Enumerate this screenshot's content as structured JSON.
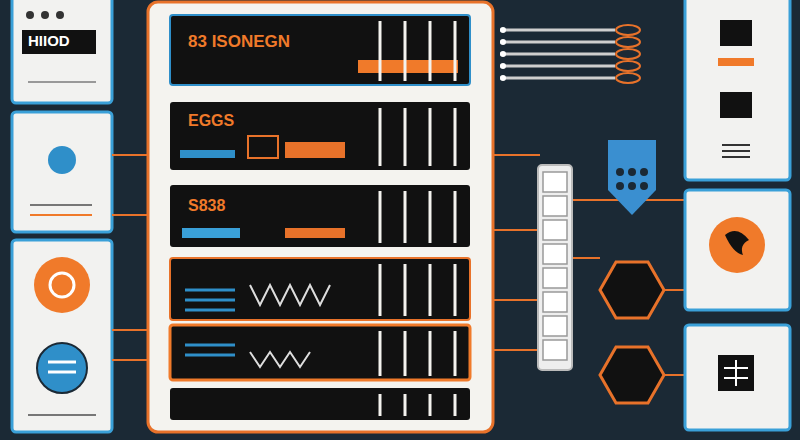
{
  "diagram": {
    "nodes": [
      {
        "text": [
          "HIIOD"
        ]
      },
      {
        "text": [
          "83 ISONEGN"
        ]
      },
      {
        "text": [
          "EGGS"
        ]
      },
      {
        "text": [
          "S838"
        ]
      }
    ]
  }
}
